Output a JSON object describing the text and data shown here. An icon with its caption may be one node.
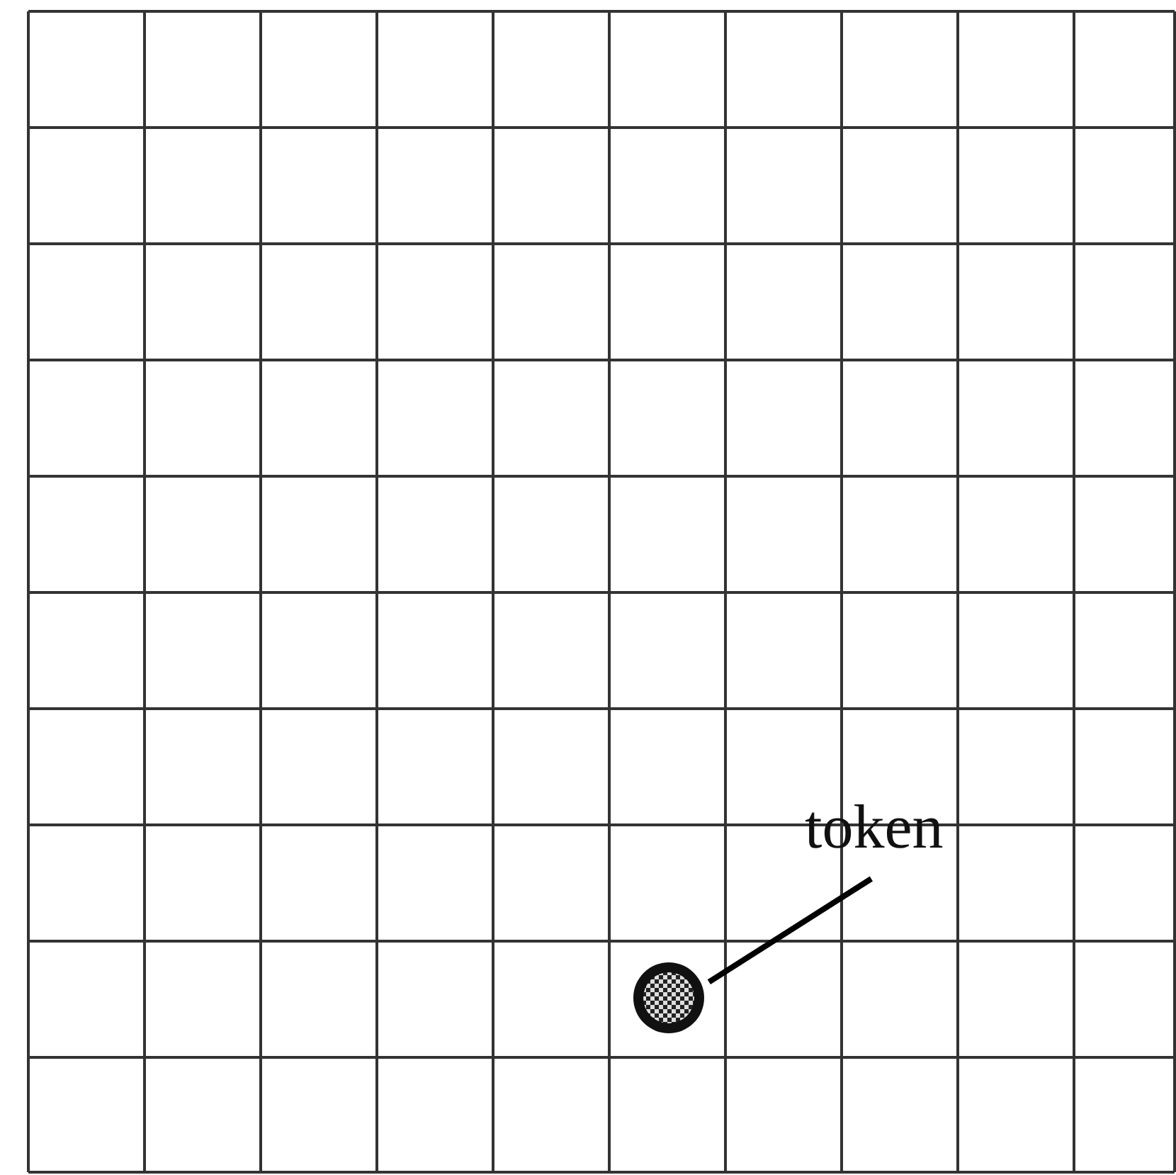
{
  "diagram": {
    "nodes": [
      {
        "text": [
          "token"
        ]
      },
      {
        "text": [],
        "shape": "circle"
      }
    ],
    "edges": [
      {
        "from": 0,
        "to": 1,
        "arrow": "none"
      }
    ]
  }
}
